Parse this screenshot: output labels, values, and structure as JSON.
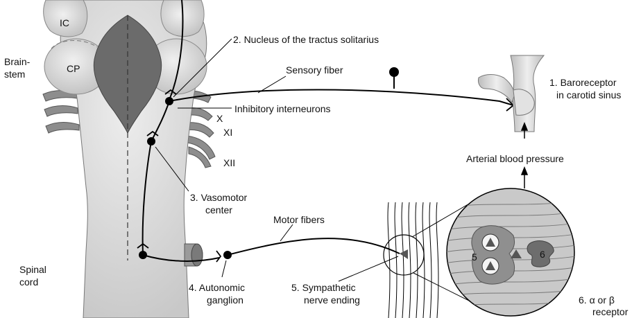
{
  "brain_labels": {
    "ic": "IC",
    "cp": "CP",
    "brainstem_line1": "Brain-",
    "brainstem_line2": "stem",
    "spinal_line1": "Spinal",
    "spinal_line2": "cord",
    "nerve_x": "X",
    "nerve_xi": "XI",
    "nerve_xii": "XII"
  },
  "callouts": {
    "nucleus": "2. Nucleus of the tractus solitarius",
    "sensory_fiber": "Sensory fiber",
    "inhibitory": "Inhibitory interneurons",
    "vasomotor_line1": "3. Vasomotor",
    "vasomotor_line2": "center",
    "motor_fibers": "Motor fibers",
    "autonomic_line1": "4. Autonomic",
    "autonomic_line2": "ganglion",
    "sympathetic_line1": "5. Sympathetic",
    "sympathetic_line2": "nerve ending",
    "baroreceptor_line1": "1. Baroreceptor",
    "baroreceptor_line2": "in carotid sinus",
    "arterial": "Arterial blood pressure",
    "receptor_line1": "6. α or β",
    "receptor_line2": "receptor",
    "inset_5": "5",
    "inset_6": "6"
  },
  "colors": {
    "brain_light": "#d9d9d9",
    "brain_shadow": "#b8b8b8",
    "brain_dark": "#666666",
    "nerve": "#8a8a8a",
    "line": "#000000"
  }
}
